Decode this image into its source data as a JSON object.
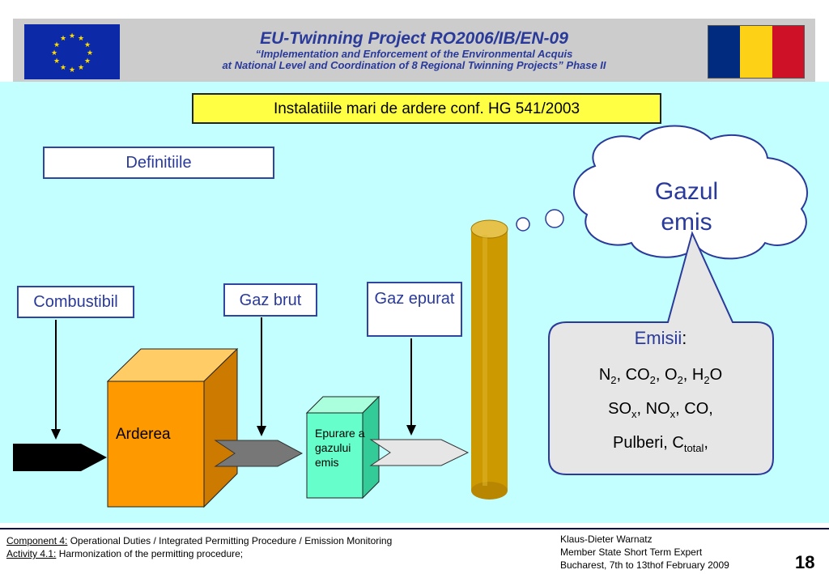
{
  "header": {
    "title": "EU-Twinning  Project  RO2006/IB/EN-09",
    "subtitle_line1": "“Implementation and Enforcement of the Environmental Acquis",
    "subtitle_line2": "at National Level and Coordination of 8 Regional Twinning Projects”  Phase II"
  },
  "main_title": "Instalatiile mari de ardere conf. HG 541/2003",
  "definitions_label": "Definitiile",
  "flow": {
    "fuel_label": "Combustibil",
    "raw_gas_label": "Gaz brut",
    "clean_gas_label": "Gaz epurat",
    "combustion_label": "Arderea",
    "purification_label": "Epurare a gazului emis"
  },
  "cloud_text": "Gazul emis",
  "emissions": {
    "title": "Emisii",
    "colon": ":",
    "line1": [
      {
        "t": "N",
        "s": "2"
      },
      {
        "t": ", CO",
        "s": "2"
      },
      {
        "t": ", O",
        "s": "2"
      },
      {
        "t": ", H",
        "s": "2"
      },
      {
        "t": "O",
        "s": ""
      }
    ],
    "line2": [
      {
        "t": "SO",
        "s": "x"
      },
      {
        "t": ", NO",
        "s": "x"
      },
      {
        "t": ", CO,",
        "s": ""
      }
    ],
    "line3": [
      {
        "t": "Pulberi, C",
        "s": "total"
      },
      {
        "t": ",",
        "s": ""
      }
    ]
  },
  "footer": {
    "component_label": "Component 4:",
    "component_text": " Operational Duties / Integrated Permitting Procedure / Emission Monitoring",
    "activity_label": "Activity 4.1:",
    "activity_text": " Harmonization of the permitting procedure;",
    "expert_name": "Klaus-Dieter Warnatz",
    "expert_role": "Member State Short Term Expert",
    "location_date": "Bucharest,  7th to 13thof February  2009",
    "page_number": "18"
  },
  "colors": {
    "panel_bg": "#c4ffff",
    "title_box_bg": "#ffff44",
    "combustion_box": "#ff9900",
    "purifier_box": "#66ffcc",
    "stack": "#cc9900",
    "text_blue": "#2a3a9a"
  }
}
